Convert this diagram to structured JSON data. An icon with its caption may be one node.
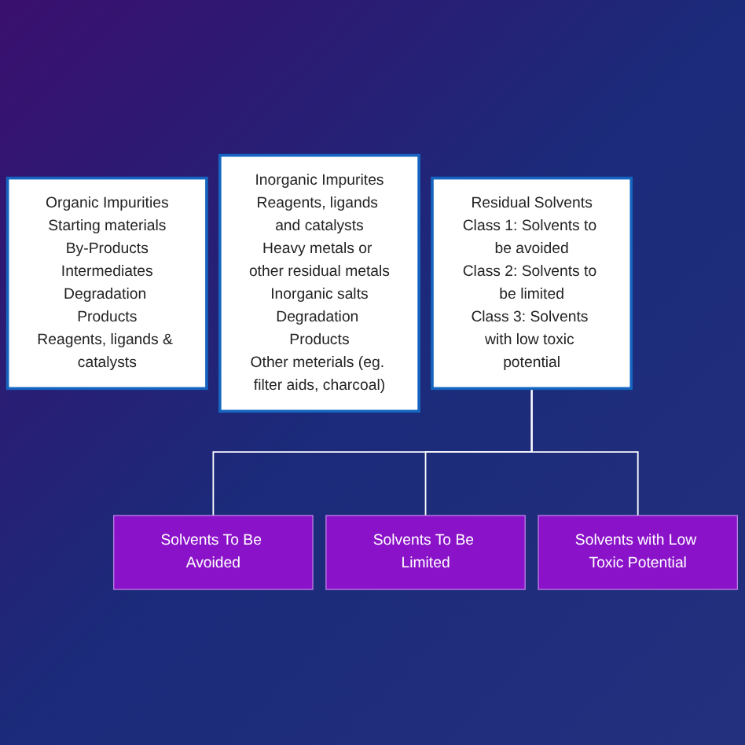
{
  "diagram": {
    "nodes": [
      {
        "text": [
          "Organic Impurities",
          "Starting materials",
          "By-Products",
          "Intermediates",
          "Degradation Products",
          "Reagents, ligands & catalysts"
        ]
      },
      {
        "text": [
          "Inorganic Impurites",
          "Reagents, ligands and catalysts",
          "Heavy metals or other residual metals",
          "Inorganic salts",
          "Degradation Products",
          "Other meterials (eg. filter aids, charcoal)"
        ]
      },
      {
        "text": [
          "Residual Solvents",
          "Class 1: Solvents to be avoided",
          "Class 2: Solvents to be limited",
          "Class 3: Solvents with low toxic potential"
        ]
      },
      {
        "text": [
          "Solvents To Be Avoided"
        ]
      },
      {
        "text": [
          "Solvents To Be Limited"
        ]
      },
      {
        "text": [
          "Solvents with Low Toxic Potential"
        ]
      }
    ],
    "edges": [
      {
        "from": 2,
        "to": 3,
        "arrow": "none"
      },
      {
        "from": 2,
        "to": 4,
        "arrow": "none"
      },
      {
        "from": 2,
        "to": 5,
        "arrow": "none"
      }
    ]
  }
}
